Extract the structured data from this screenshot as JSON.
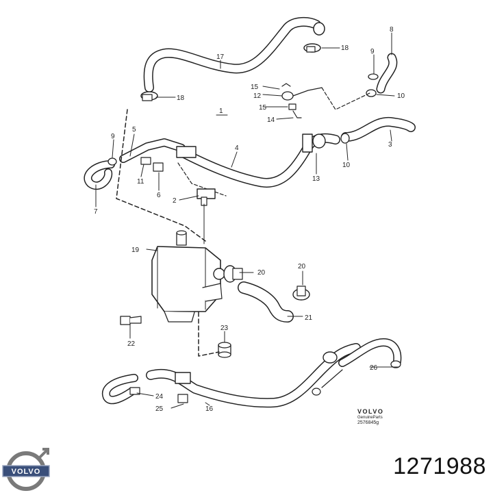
{
  "diagram": {
    "part_number": "1271988",
    "watermark": {
      "brand": "VOLVO",
      "line": "GenuineParts",
      "code": "2576845g"
    },
    "logo_text": "VOLVO",
    "callouts": [
      {
        "id": "c17",
        "label": "17"
      },
      {
        "id": "c18a",
        "label": "18"
      },
      {
        "id": "c18b",
        "label": "18"
      },
      {
        "id": "c8",
        "label": "8"
      },
      {
        "id": "c9a",
        "label": "9"
      },
      {
        "id": "c10a",
        "label": "10"
      },
      {
        "id": "c1",
        "label": "1"
      },
      {
        "id": "c15a",
        "label": "15"
      },
      {
        "id": "c12",
        "label": "12"
      },
      {
        "id": "c15b",
        "label": "15"
      },
      {
        "id": "c14",
        "label": "14"
      },
      {
        "id": "c3",
        "label": "3"
      },
      {
        "id": "c10b",
        "label": "10"
      },
      {
        "id": "c5",
        "label": "5"
      },
      {
        "id": "c9b",
        "label": "9"
      },
      {
        "id": "c4",
        "label": "4"
      },
      {
        "id": "c13",
        "label": "13"
      },
      {
        "id": "c11",
        "label": "11"
      },
      {
        "id": "c6",
        "label": "6"
      },
      {
        "id": "c7",
        "label": "7"
      },
      {
        "id": "c2",
        "label": "2"
      },
      {
        "id": "c19",
        "label": "19"
      },
      {
        "id": "c20a",
        "label": "20"
      },
      {
        "id": "c20b",
        "label": "20"
      },
      {
        "id": "c21",
        "label": "21"
      },
      {
        "id": "c22",
        "label": "22"
      },
      {
        "id": "c23",
        "label": "23"
      },
      {
        "id": "c26",
        "label": "26"
      },
      {
        "id": "c24",
        "label": "24"
      },
      {
        "id": "c25",
        "label": "25"
      },
      {
        "id": "c16",
        "label": "16"
      }
    ]
  }
}
